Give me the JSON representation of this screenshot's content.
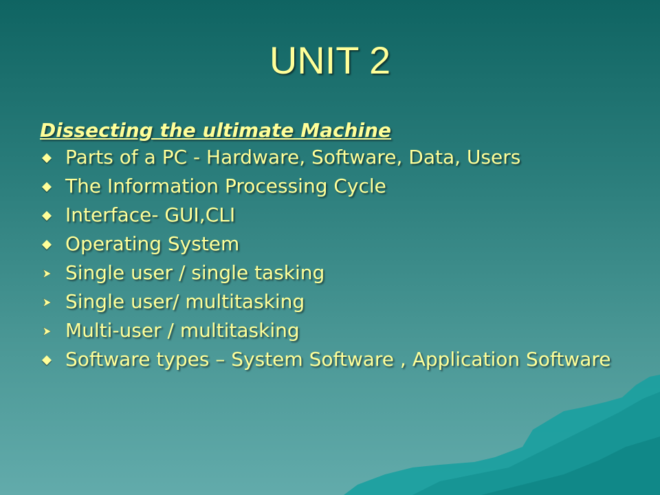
{
  "slide": {
    "title": "UNIT 2",
    "subtitle": "Dissecting the ultimate Machine",
    "items": [
      {
        "bullet": "diamond-icon",
        "text": "Parts of a PC -  Hardware, Software, Data, Users"
      },
      {
        "bullet": "diamond-icon",
        "text": "The Information Processing Cycle"
      },
      {
        "bullet": "diamond-icon",
        "text": "Interface- GUI,CLI"
      },
      {
        "bullet": "diamond-icon",
        "text": "Operating System"
      },
      {
        "bullet": "arrow-icon",
        "text": "Single user / single tasking"
      },
      {
        "bullet": "arrow-icon",
        "text": "Single user/ multitasking"
      },
      {
        "bullet": "arrow-icon",
        "text": "Multi-user / multitasking"
      },
      {
        "bullet": "diamond-icon",
        "text": "Software types – System Software , Application Software"
      }
    ]
  },
  "colors": {
    "text": "#ffff99",
    "background_top": "#0f6462",
    "background_bottom": "#62abab",
    "mountain": "#1aa0a0"
  }
}
